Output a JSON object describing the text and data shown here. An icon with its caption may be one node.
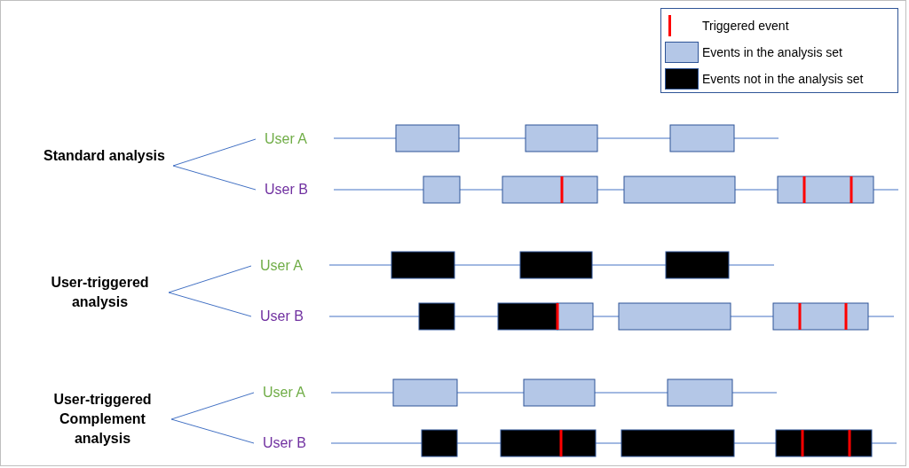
{
  "diagram": {
    "nodes": [
      {
        "text": [
          "Standard analysis"
        ]
      },
      {
        "text": [
          "User A"
        ]
      },
      {
        "text": [
          "User B"
        ]
      },
      {
        "text": [
          "User-triggered analysis"
        ]
      },
      {
        "text": [
          "User A"
        ]
      },
      {
        "text": [
          "User B"
        ]
      },
      {
        "text": [
          "User-triggered Complement analysis"
        ]
      },
      {
        "text": [
          "User A"
        ]
      },
      {
        "text": [
          "User B"
        ]
      }
    ],
    "edges": [
      {
        "from": 0,
        "to": 1,
        "arrow": "none"
      },
      {
        "from": 0,
        "to": 2,
        "arrow": "none"
      },
      {
        "from": 3,
        "to": 4,
        "arrow": "none"
      },
      {
        "from": 3,
        "to": 5,
        "arrow": "none"
      },
      {
        "from": 6,
        "to": 7,
        "arrow": "none"
      },
      {
        "from": 6,
        "to": 8,
        "arrow": "none"
      }
    ],
    "legend": [
      {
        "text": "Triggered event"
      },
      {
        "text": "Events in the analysis set",
        "color": "#b4c7e7"
      },
      {
        "text": "Events not in the analysis set",
        "color": "#000000"
      }
    ]
  }
}
